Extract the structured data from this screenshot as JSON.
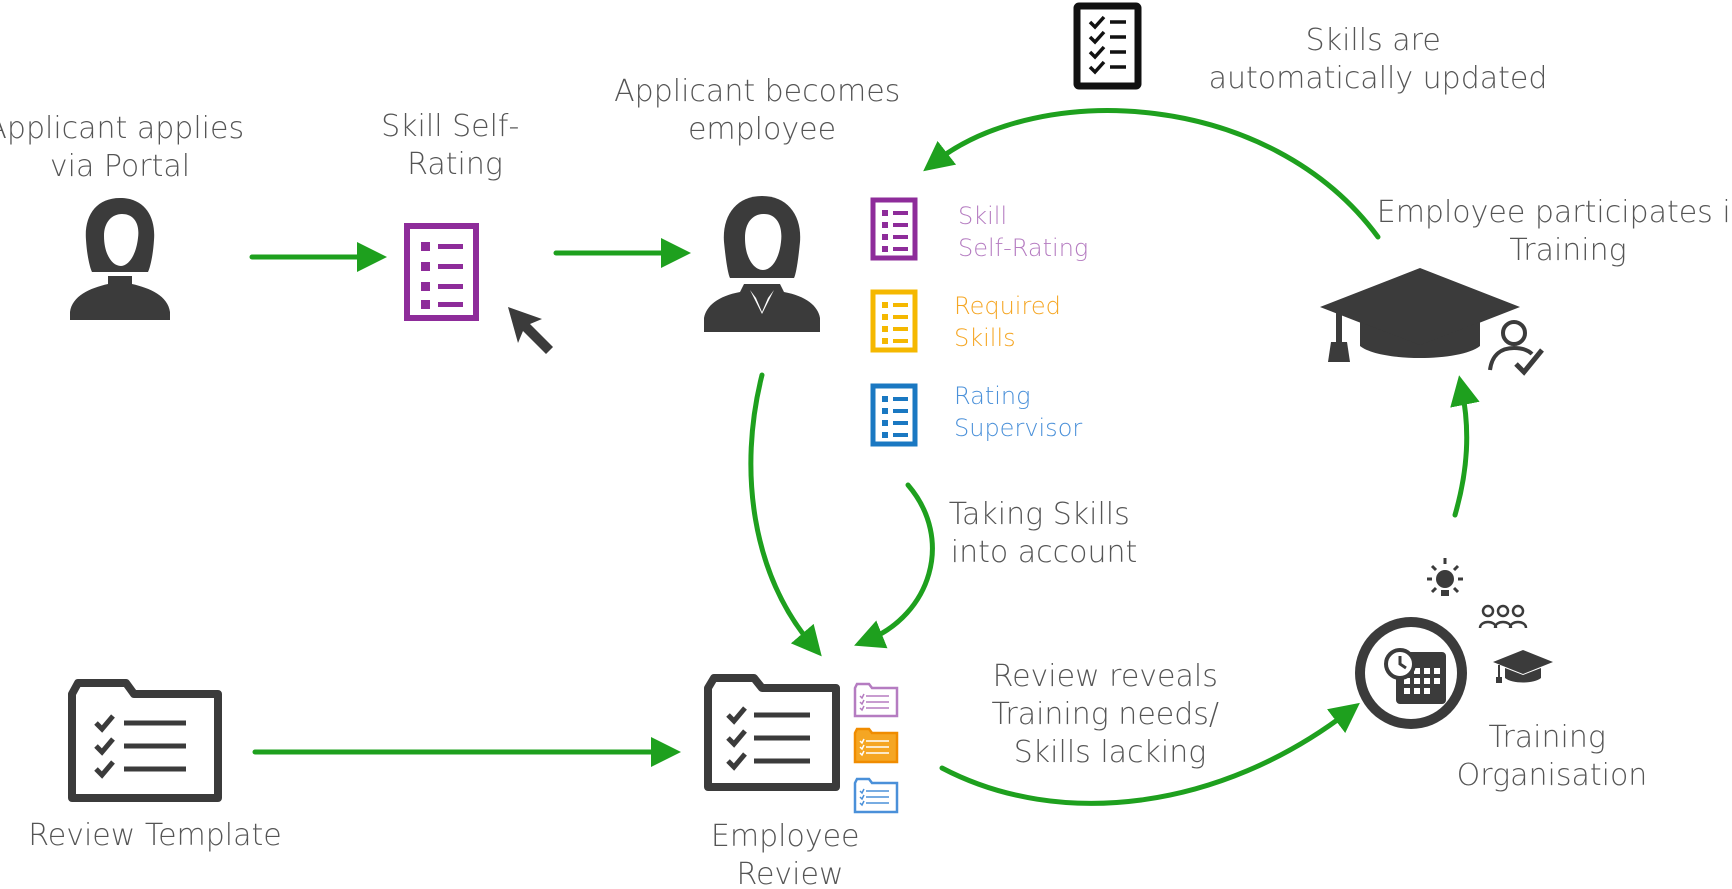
{
  "nodes": {
    "applicant": {
      "line1": "Applicant applies",
      "line2": "via Portal"
    },
    "self_rating": {
      "line1": "Skill Self-",
      "line2": "Rating"
    },
    "becomes_employee": {
      "line1": "Applicant becomes",
      "line2": "employee"
    },
    "skills_updated": {
      "line1": "Skills are",
      "line2": "automatically updated"
    },
    "training_participation": {
      "line1": "Employee participates in",
      "line2": "Training"
    },
    "review_template": {
      "line1": "Review Template"
    },
    "employee_review": {
      "line1": "Employee",
      "line2": "Review"
    },
    "training_org": {
      "line1": "Training",
      "line2": "Organisation"
    }
  },
  "legend": [
    {
      "line1": "Skill",
      "line2": "Self-Rating",
      "color": "#9b59b6"
    },
    {
      "line1": "Required",
      "line2": "Skills",
      "color": "#f5a623"
    },
    {
      "line1": "Rating",
      "line2": "Supervisor",
      "color": "#4a90d9"
    }
  ],
  "edge_labels": {
    "taking_skills": {
      "line1": "Taking Skills",
      "line2": "into account"
    },
    "review_reveals": {
      "line1": "Review reveals",
      "line2": "Training needs/",
      "line3": "Skills lacking"
    }
  },
  "colors": {
    "arrow": "#1ea01e",
    "icon_dark": "#3b3b3b",
    "text": "#555555",
    "purple": "#8e2c9a",
    "orange": "#f5b800",
    "blue": "#1a78c2"
  }
}
